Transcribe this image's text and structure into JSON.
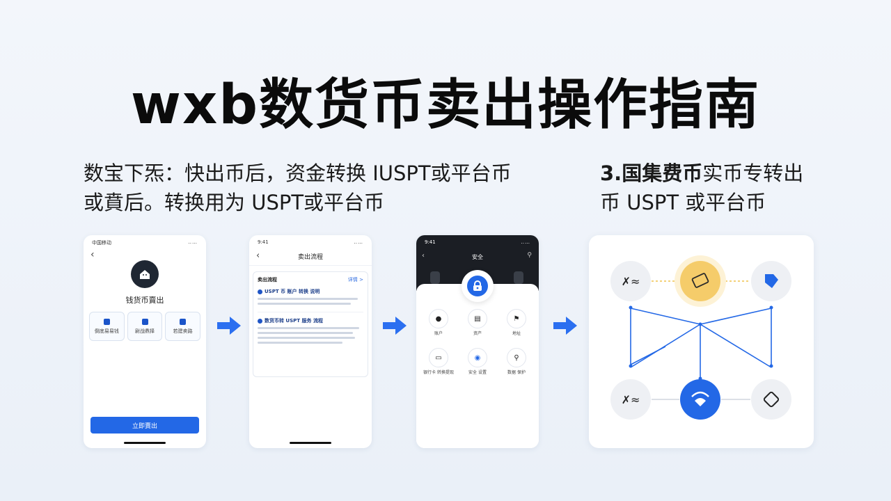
{
  "title": "wxb数货币卖出操作指南",
  "desc_left": [
    "数宝下炁：快出币后，资金转换 IUSPT或平台币",
    "或賁后。转换用为 USPT或平台币"
  ],
  "desc_right": {
    "bold": "3.国集费币",
    "rest": "实币专转出",
    "line2": "币 USPT 或平台币"
  },
  "phone1": {
    "status_left": "中国移动",
    "status_right": "‥…",
    "title": "钱货币賣出",
    "options": [
      "倒底易易钱",
      "尉战鼎择",
      "若建卖路"
    ],
    "cta": "立即賣出"
  },
  "phone2": {
    "status_left": "9:41",
    "status_right": "‥…",
    "header": "卖出流程",
    "card_title": "卖出流程",
    "card_link": "详情 >",
    "item1": "USPT 币 账户 转换 说明",
    "item2": "数货币转 USPT 服务 流程"
  },
  "phone3": {
    "status_left": "9:41",
    "status_right": "‥…",
    "header": "安全",
    "items": [
      "账户",
      "资产",
      "地址",
      "银行卡 转换提现",
      "安全 设置",
      "数据 保护"
    ]
  },
  "colors": {
    "accent": "#2368e6",
    "gold": "#f5cc6a",
    "dark": "#1b1e24"
  }
}
